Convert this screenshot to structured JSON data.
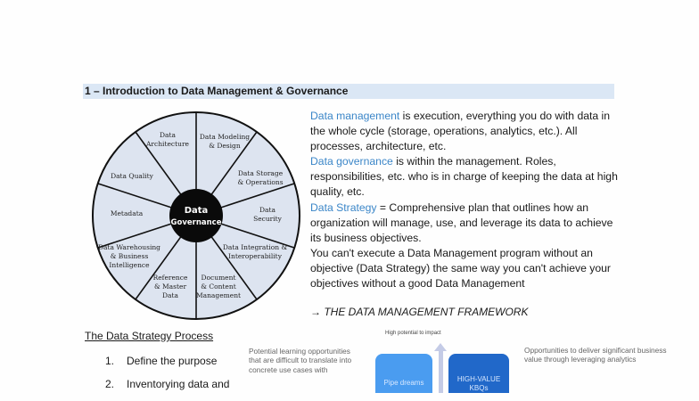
{
  "section": {
    "heading": "1 – Introduction to Data Management & Governance",
    "heading_bg": "#dbe7f5"
  },
  "wheel": {
    "center_line1": "Data",
    "center_line2": "Governance",
    "segments": [
      {
        "line1": "Data",
        "line2": "Architecture",
        "line3": ""
      },
      {
        "line1": "Data Modeling",
        "line2": "& Design",
        "line3": ""
      },
      {
        "line1": "Data Storage",
        "line2": "& Operations",
        "line3": ""
      },
      {
        "line1": "Data",
        "line2": "Security",
        "line3": ""
      },
      {
        "line1": "Data Integration &",
        "line2": "Interoperability",
        "line3": ""
      },
      {
        "line1": "Document",
        "line2": "& Content",
        "line3": "Management"
      },
      {
        "line1": "Reference",
        "line2": "& Master",
        "line3": "Data"
      },
      {
        "line1": "Data Warehousing",
        "line2": "& Business",
        "line3": "Intelligence"
      },
      {
        "line1": "Metadata",
        "line2": "",
        "line3": ""
      },
      {
        "line1": "Data Quality",
        "line2": "",
        "line3": ""
      }
    ],
    "fill_color": "#dde4f0",
    "center_color": "#0a0a0a"
  },
  "definitions": {
    "accent_color": "#3b86c8",
    "dm_term": "Data management",
    "dm_text": " is execution, everything you do with data in the whole cycle (storage, operations, analytics, etc.). All processes, architecture, etc.",
    "dg_term": "Data governance",
    "dg_text": " is within the management. Roles, responsibilities, etc. who is in charge of keeping the data at high quality, etc.",
    "ds_term": "Data Strategy",
    "ds_text": " = Comprehensive plan that outlines how an organization will manage, use, and leverage its data to achieve its business objectives.",
    "conclusion": "You can't execute a Data Management program without an objective (Data Strategy) the same way you can't achieve your objectives without a good Data Management",
    "framework": "→ THE DATA MANAGEMENT FRAMEWORK"
  },
  "process": {
    "title": "The Data Strategy Process",
    "steps": [
      {
        "num": "1.",
        "label": "Define the purpose"
      },
      {
        "num": "2.",
        "label": "Inventorying data and"
      }
    ]
  },
  "matrix": {
    "axis_label": "High potential to impact",
    "left_text": "Potential learning opportunities that are difficult to translate into concrete use cases with",
    "right_text": "Opportunities to deliver significant business value through leveraging analytics",
    "box_light_label": "Pipe dreams",
    "box_dark_label_line1": "HIGH-VALUE",
    "box_dark_label_line2": "KBQs"
  }
}
